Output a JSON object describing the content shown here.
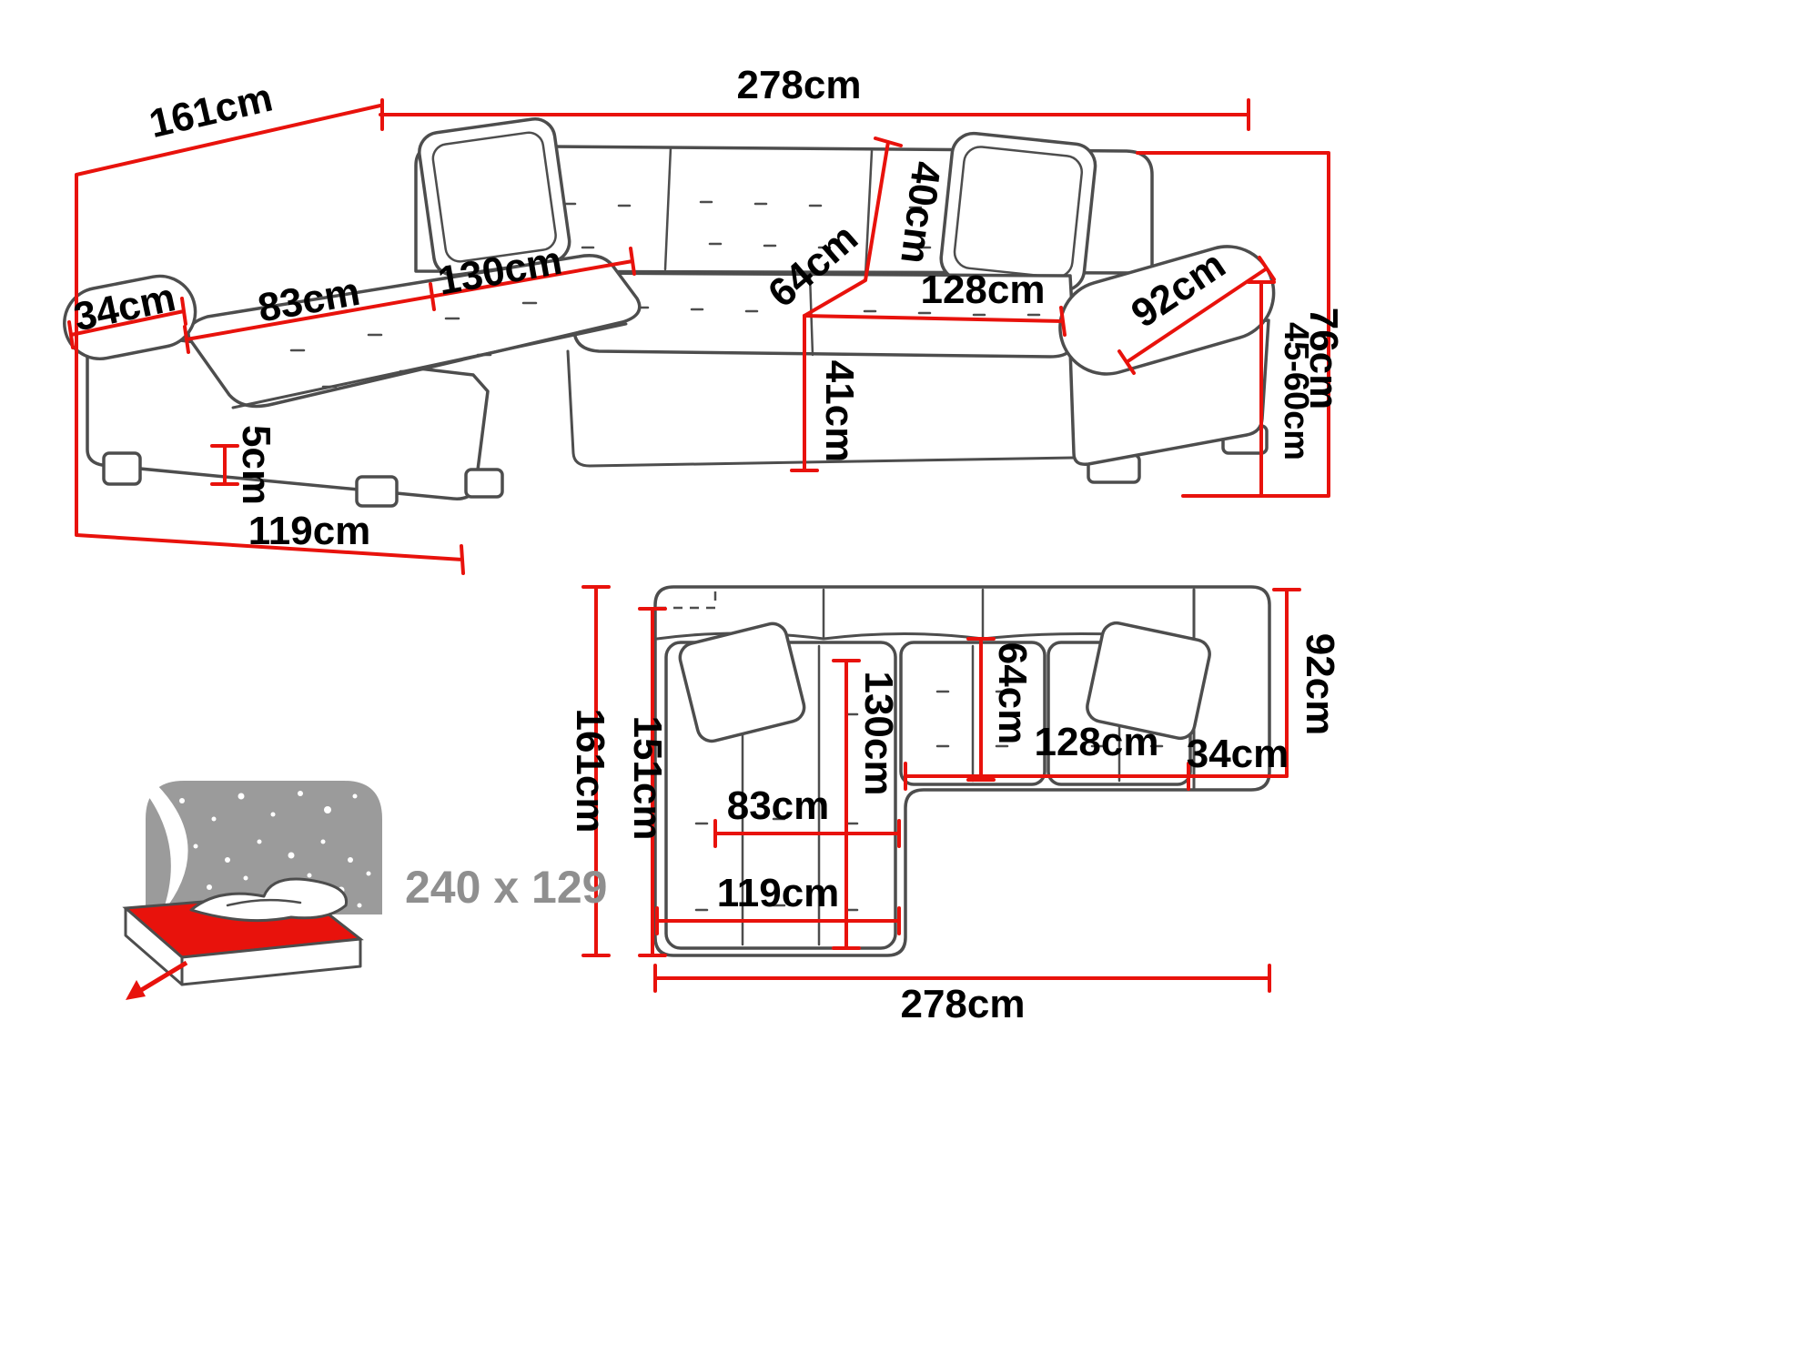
{
  "colors": {
    "dimension_red": "#e8120c",
    "sketch_gray": "#4d4d4d",
    "bed_gray": "#9b9b9b",
    "bed_label_gray": "#8f8f8f",
    "label_black": "#000000"
  },
  "front_view": {
    "width_total": "278cm",
    "depth_total": "161cm",
    "arm_width": "34cm",
    "chaise_seat_width": "83cm",
    "chaise_seat_length": "130cm",
    "backrest_height": "40cm",
    "seat_depth": "64cm",
    "seat_width": "128cm",
    "armrest_length": "92cm",
    "total_height": "76cm",
    "armrest_height": "45-60cm",
    "seat_front_height": "41cm",
    "leg_height": "5cm",
    "chaise_length": "119cm"
  },
  "top_view": {
    "depth_total": "161cm",
    "depth_inner": "151cm",
    "chaise_cushion_length": "130cm",
    "seat_depth": "64cm",
    "chaise_width": "83cm",
    "seat_width": "128cm",
    "arm_width": "34cm",
    "armrest_length": "92cm",
    "chaise_length": "119cm",
    "width_total": "278cm"
  },
  "sleeping_area": {
    "size": "240 x 129"
  }
}
